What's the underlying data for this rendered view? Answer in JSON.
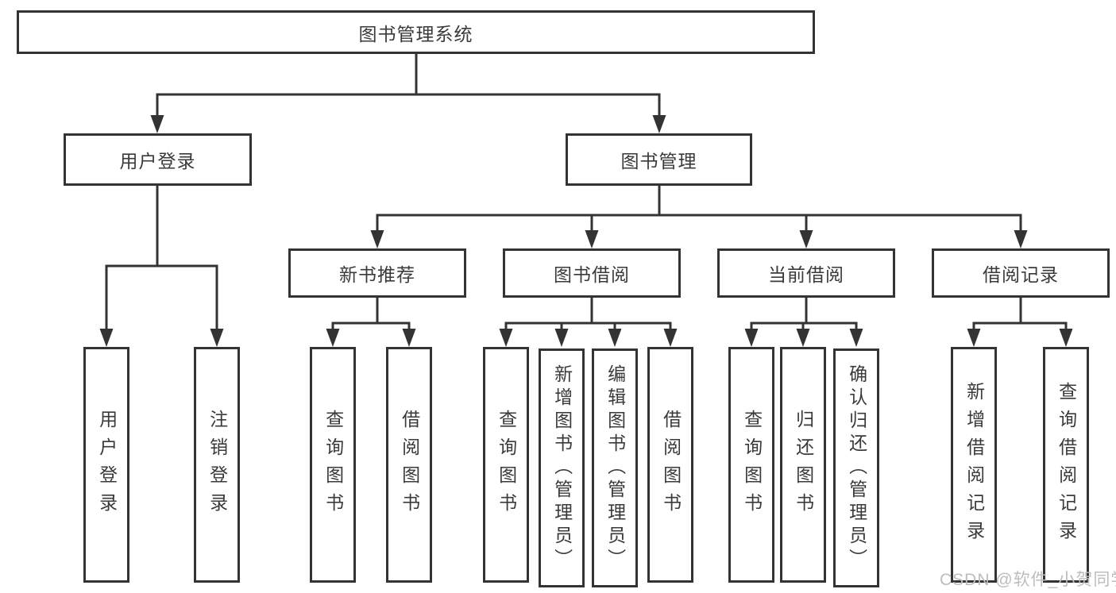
{
  "tree": {
    "root": {
      "label": "图书管理系统"
    },
    "branches": [
      {
        "label": "用户登录",
        "children": [
          {
            "label": "用户登录"
          },
          {
            "label": "注销登录"
          }
        ]
      },
      {
        "label": "图书管理",
        "sections": [
          {
            "label": "新书推荐",
            "children": [
              {
                "label": "查询图书"
              },
              {
                "label": "借阅图书"
              }
            ]
          },
          {
            "label": "图书借阅",
            "children": [
              {
                "label": "查询图书"
              },
              {
                "label": "新增图书（管理员）"
              },
              {
                "label": "编辑图书（管理员）"
              },
              {
                "label": "借阅图书"
              }
            ]
          },
          {
            "label": "当前借阅",
            "children": [
              {
                "label": "查询图书"
              },
              {
                "label": "归还图书"
              },
              {
                "label": "确认归还（管理员）"
              }
            ]
          },
          {
            "label": "借阅记录",
            "children": [
              {
                "label": "新增借阅记录"
              },
              {
                "label": "查询借阅记录"
              }
            ]
          }
        ]
      }
    ]
  },
  "watermark": "CSDN @软件_小贺同学",
  "colors": {
    "line": "#333333",
    "text": "#3a3a3a",
    "watermark": "#bdbdbd",
    "background": "#ffffff"
  }
}
